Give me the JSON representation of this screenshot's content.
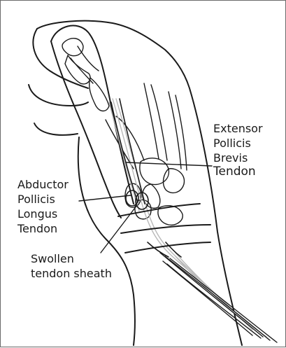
{
  "labels": {
    "extensor": [
      "Extensor",
      "Pollicis",
      "Brevis",
      "Tendon"
    ],
    "abductor": [
      "Abductor",
      "Pollicis",
      "Longus",
      "Tendon"
    ],
    "sheath": [
      "Swollen",
      "tendon sheath"
    ]
  },
  "colors": {
    "line": "#1a1a1a",
    "tendon": "#b9b9b9",
    "border": "#6a6a6a"
  }
}
